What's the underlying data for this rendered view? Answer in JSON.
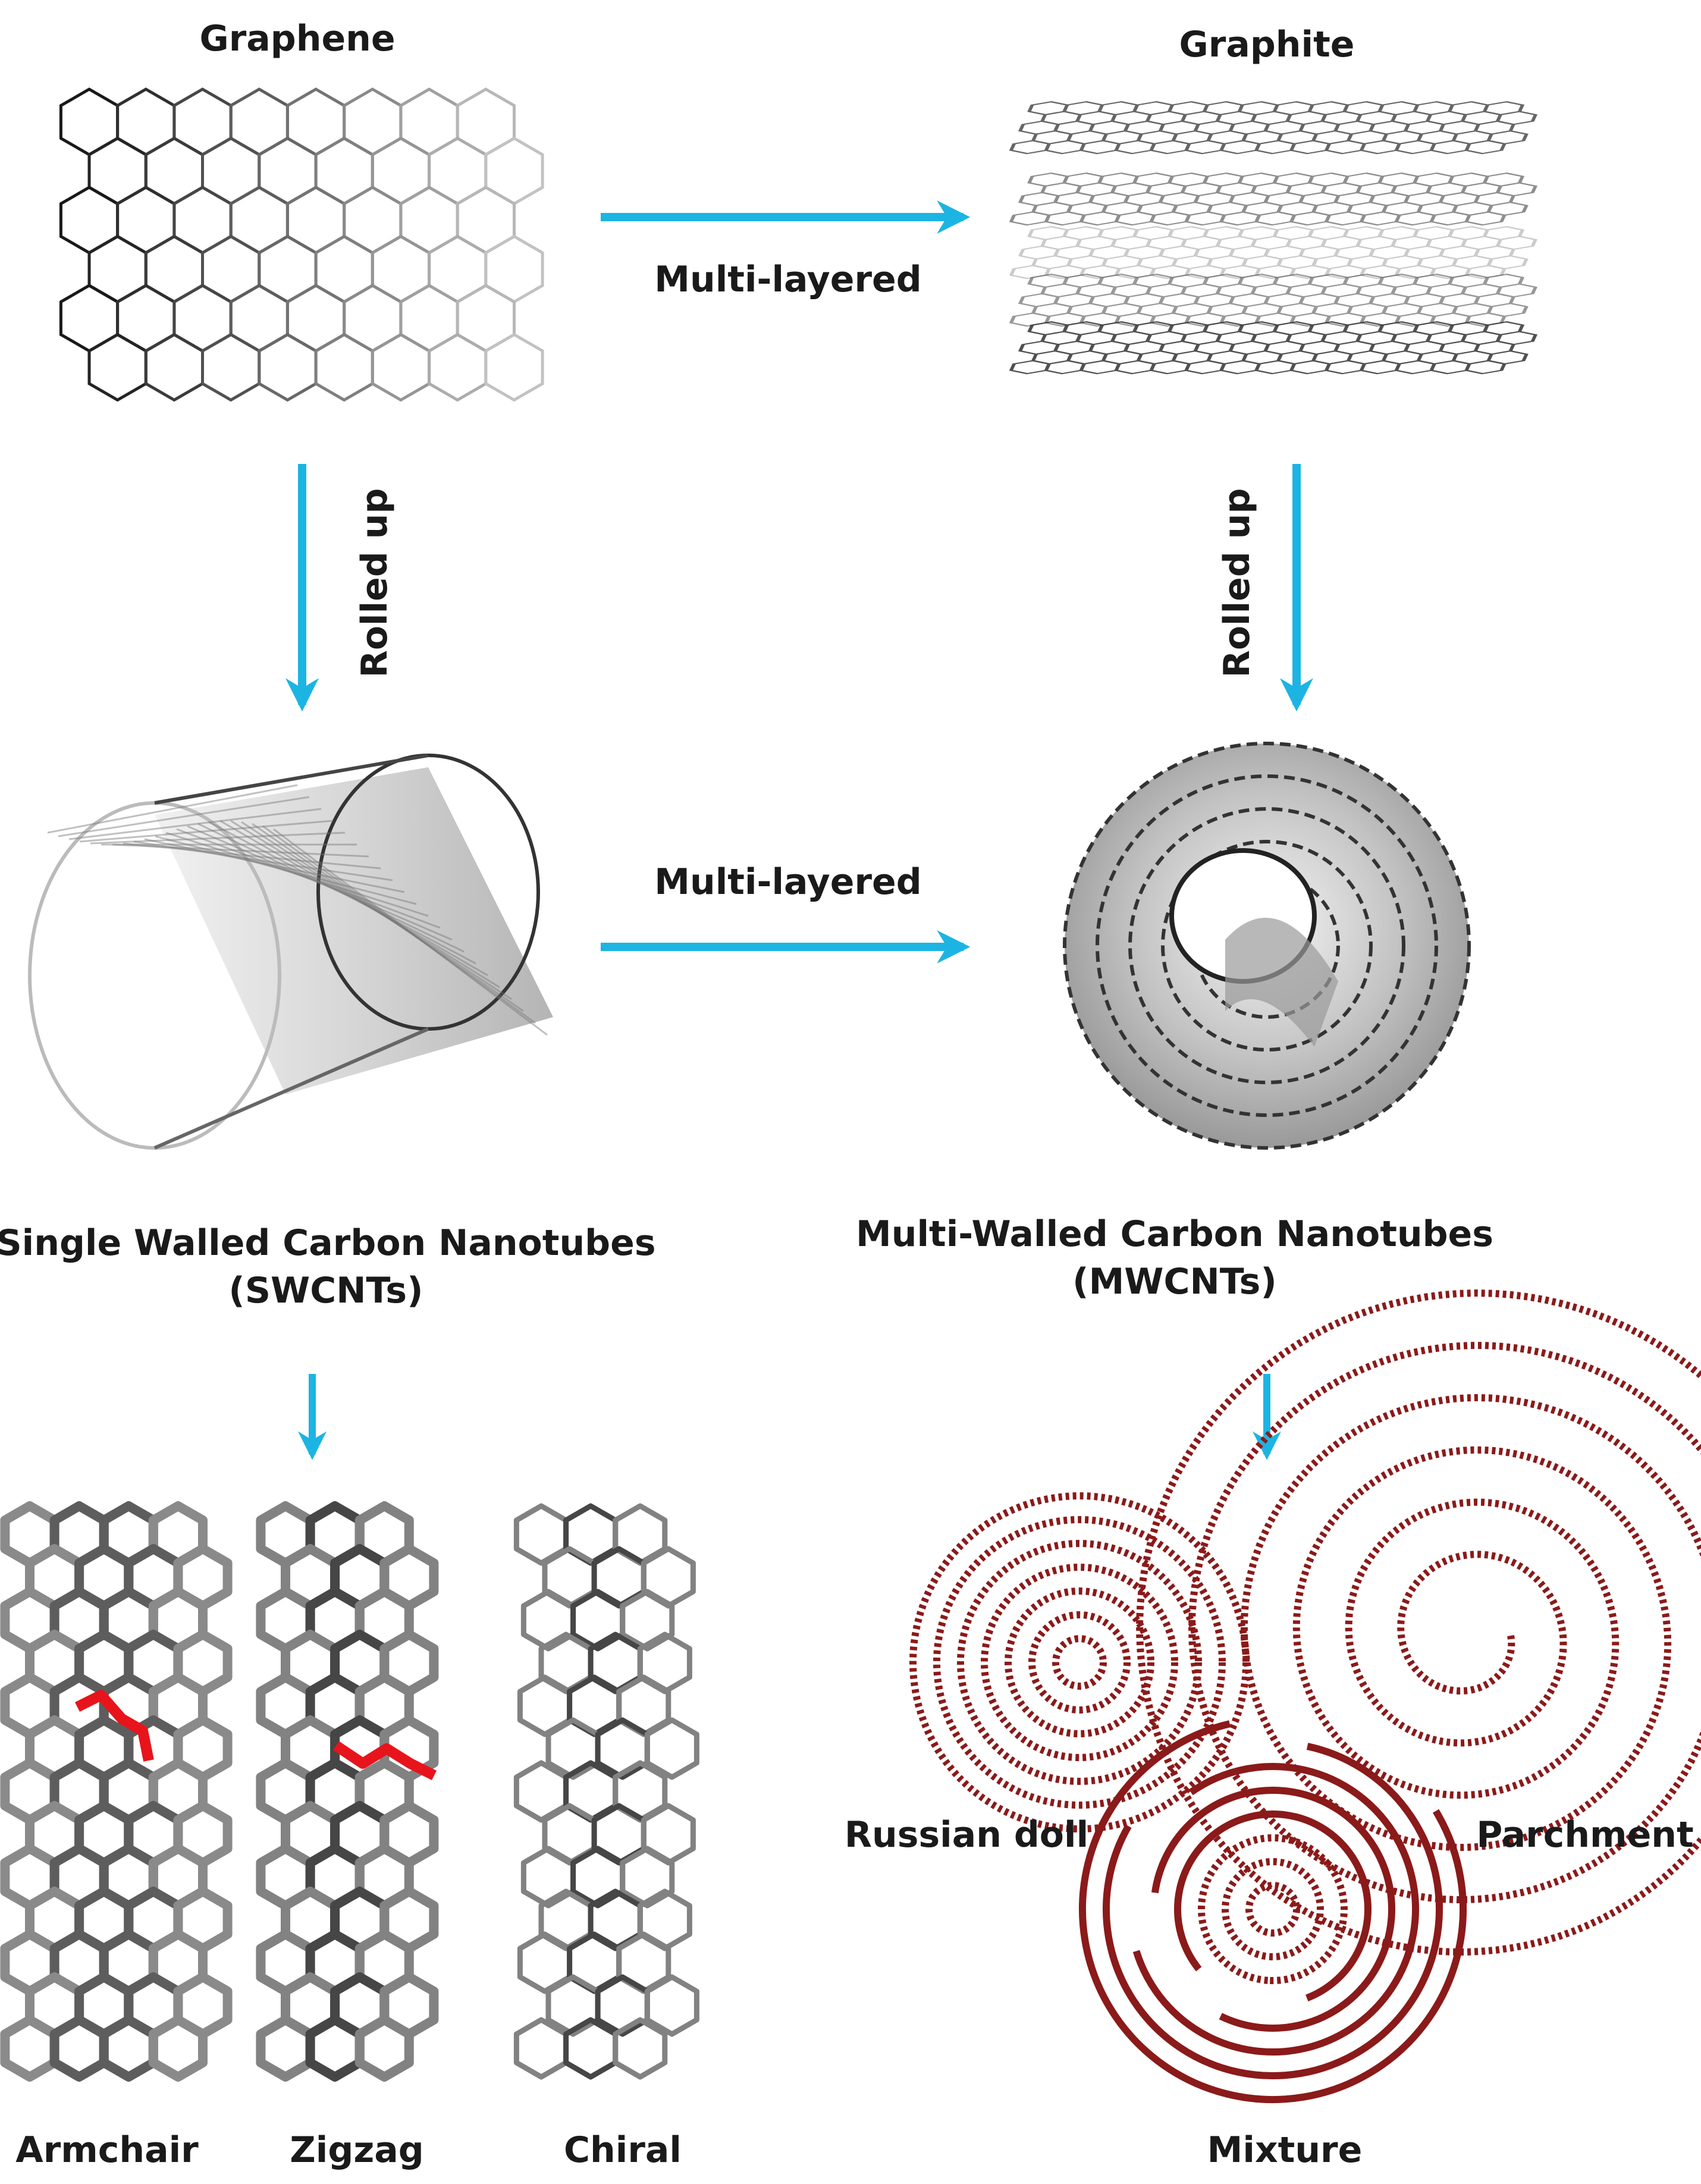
{
  "labels": {
    "graphene": "Graphene",
    "graphite": "Graphite",
    "multi_layered_top": "Multi-layered",
    "multi_layered_mid": "Multi-layered",
    "rolled_up_left": "Rolled up",
    "rolled_up_right": "Rolled up",
    "swcnt_line1": "Single Walled Carbon Nanotubes",
    "swcnt_line2": "(SWCNTs)",
    "mwcnt_line1": "Multi-Walled Carbon Nanotubes",
    "mwcnt_line2": "(MWCNTs)",
    "armchair": "Armchair",
    "zigzag": "Zigzag",
    "chiral": "Chiral",
    "russian_doll": "Russian doll",
    "parchment": "Parchment",
    "mixture": "Mixture"
  },
  "colors": {
    "arrow": "#1cb4e3",
    "lattice": "#333333",
    "highlight": "#e8141c",
    "mwcnt_shell": "#8b1a1a"
  }
}
